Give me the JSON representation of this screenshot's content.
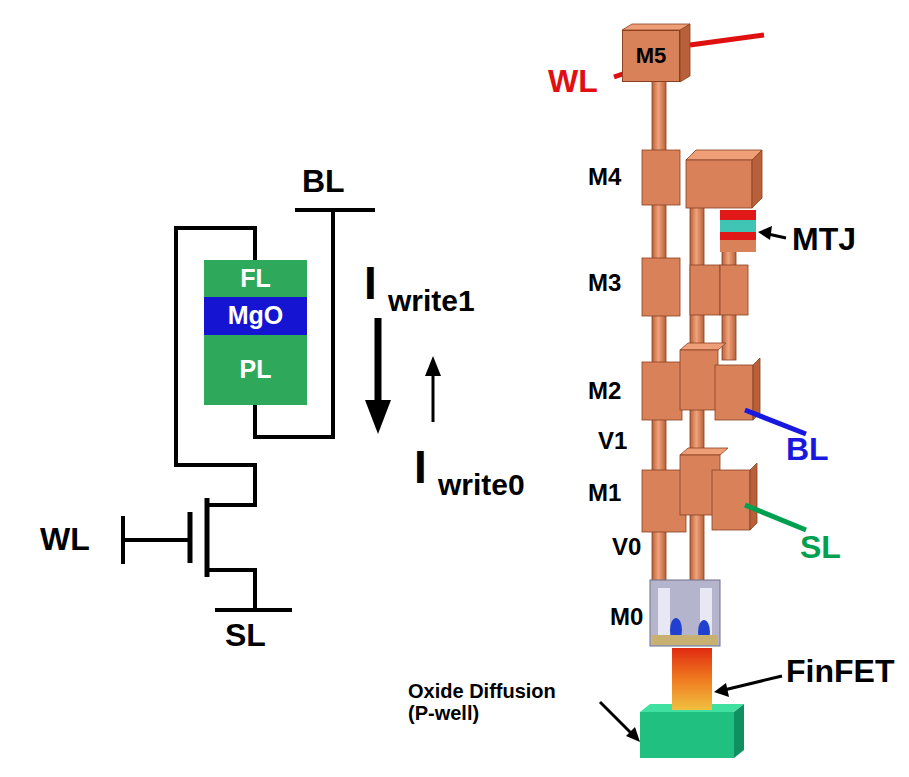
{
  "diagram": {
    "nodes": [
      {
        "text": [
          "FL"
        ]
      },
      {
        "text": [
          "MgO"
        ]
      },
      {
        "text": [
          "PL"
        ]
      },
      {
        "text": [
          "M5"
        ]
      }
    ],
    "labels": [
      "BL",
      "I",
      "write1",
      "I",
      "write0",
      "WL",
      "SL",
      "WL",
      "M4",
      "MTJ",
      "M3",
      "M2",
      "BL",
      "V1",
      "M1",
      "SL",
      "V0",
      "M0",
      "FinFET",
      "Oxide Diffusion (P-well)"
    ]
  }
}
